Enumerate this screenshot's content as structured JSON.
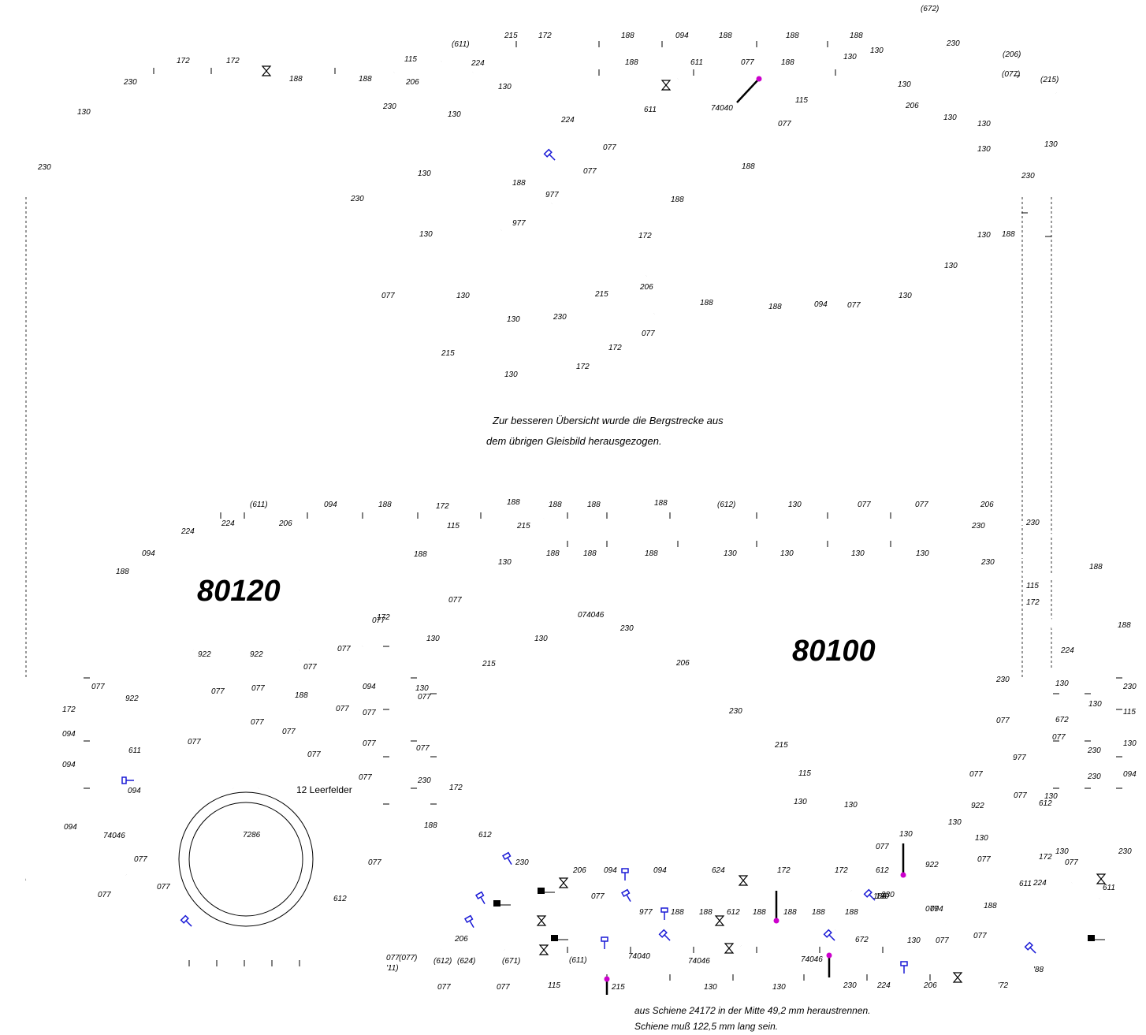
{
  "layouts": {
    "left": "80120",
    "right": "80100"
  },
  "notes": {
    "mountain_line_1": "Zur besseren Übersicht wurde die Bergstrecke aus",
    "mountain_line_2": "dem übrigen Gleisbild herausgezogen.",
    "cut_line_1": "aus Schiene 24172 in der Mitte  49,2 mm heraustrennen.",
    "cut_line_2": "Schiene muß 122,5 mm lang sein.",
    "turntable_slots": "12 Leerfelder",
    "turntable": "7286"
  },
  "colors": {
    "signal": "#1a1ad6",
    "feeder": "#cc00cc",
    "track": "#000000"
  },
  "track_labels": [
    "(672)",
    "215",
    "172",
    "188",
    "094",
    "188",
    "188",
    "188",
    "230",
    "(206)",
    "(077)",
    "(215)",
    "(611)",
    "224",
    "115",
    "206",
    "172",
    "172",
    "188",
    "188",
    "230",
    "130",
    "230",
    "188",
    "611",
    "077",
    "188",
    "130",
    "130",
    "130",
    "206",
    "130",
    "130",
    "230",
    "130",
    "224",
    "611",
    "077",
    "077",
    "977",
    "188",
    "977",
    "74040",
    "115",
    "077",
    "188",
    "188",
    "172",
    "130",
    "130",
    "130",
    "130",
    "230",
    "230",
    "130",
    "130",
    "130",
    "130",
    "215",
    "206",
    "188",
    "188",
    "094",
    "077",
    "130",
    "130",
    "230",
    "077",
    "215",
    "130",
    "077",
    "172",
    "172",
    "188",
    "(611)",
    "094",
    "188",
    "172",
    "188",
    "188",
    "188",
    "188",
    "(612)",
    "130",
    "077",
    "077",
    "206",
    "224",
    "224",
    "206",
    "115",
    "215",
    "230",
    "230",
    "094",
    "188",
    "188",
    "188",
    "188",
    "188",
    "188",
    "130",
    "130",
    "130",
    "130",
    "230",
    "115",
    "224",
    "130",
    "188",
    "172",
    "172",
    "077",
    "206",
    "230",
    "215",
    "115",
    "130",
    "130",
    "130",
    "130",
    "130",
    "172",
    "130",
    "077",
    "077",
    "077",
    "130",
    "215",
    "130",
    "074046",
    "230",
    "230",
    "077",
    "977",
    "077",
    "077",
    "922",
    "922",
    "922",
    "922",
    "922",
    "077",
    "077",
    "077",
    "188",
    "077",
    "077",
    "077",
    "077",
    "077",
    "077",
    "077",
    "172",
    "094",
    "094",
    "094",
    "094",
    "077",
    "077",
    "077",
    "077",
    "230",
    "130",
    "130",
    "672",
    "130",
    "230",
    "230",
    "230",
    "115",
    "130",
    "094",
    "077",
    "611",
    "172",
    "188",
    "612",
    "094",
    "74046",
    "230",
    "130",
    "077",
    "612",
    "077",
    "077",
    "077",
    "077",
    "611",
    "077",
    "612",
    "130",
    "230",
    "206",
    "094",
    "094",
    "624",
    "172",
    "172",
    "612",
    "611",
    "188",
    "077",
    "077",
    "230",
    "977",
    "188",
    "188",
    "612",
    "188",
    "188",
    "188",
    "188",
    "094",
    "188",
    "224",
    "206",
    "(077)",
    "(612)",
    "(624)",
    "(671)",
    "(611)",
    "74040",
    "74046",
    "74046",
    "672",
    "130",
    "077",
    "077",
    "077",
    "077",
    "077",
    "115",
    "215",
    "130",
    "130",
    "230",
    "224",
    "206",
    "'72",
    "'88",
    "'11)"
  ]
}
